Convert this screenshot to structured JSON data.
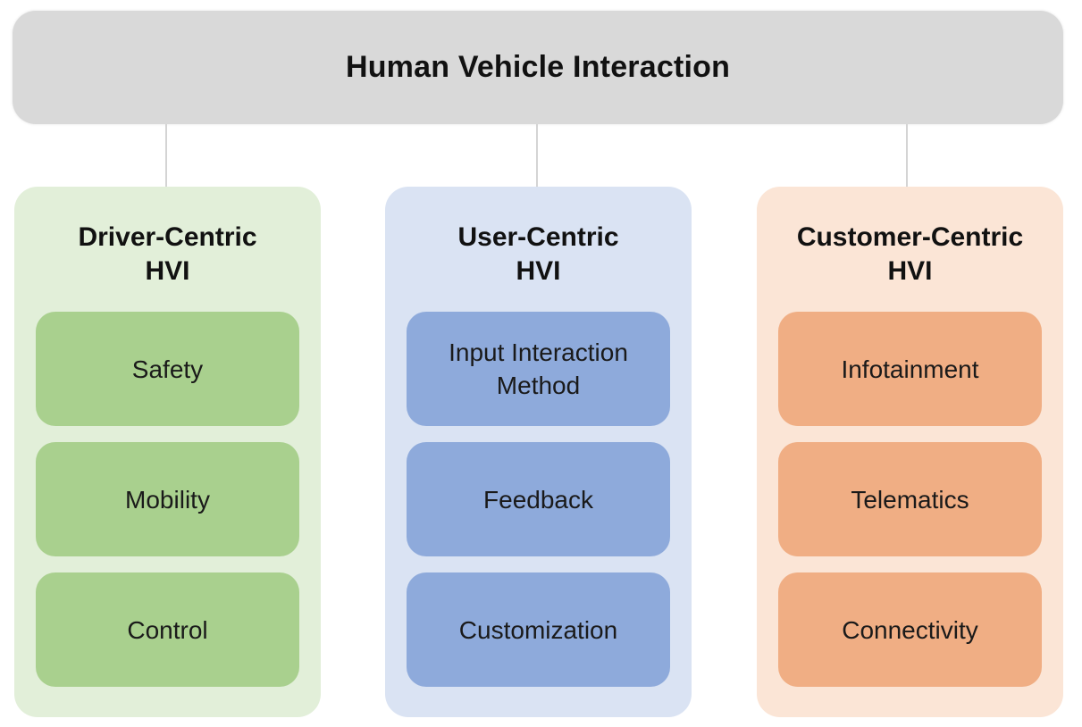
{
  "title": "Human Vehicle Interaction",
  "columns": [
    {
      "title_line1": "Driver-Centric",
      "title_line2": "HVI",
      "bg_color": "#e2efd9",
      "item_color": "#a9d08e",
      "items": [
        "Safety",
        "Mobility",
        "Control"
      ]
    },
    {
      "title_line1": "User-Centric",
      "title_line2": "HVI",
      "bg_color": "#dae3f3",
      "item_color": "#8eaadb",
      "items": [
        "Input Interaction Method",
        "Feedback",
        "Customization"
      ]
    },
    {
      "title_line1": "Customer-Centric",
      "title_line2": "HVI",
      "bg_color": "#fbe5d6",
      "item_color": "#f0ae84",
      "items": [
        "Infotainment",
        "Telematics",
        "Connectivity"
      ]
    }
  ]
}
